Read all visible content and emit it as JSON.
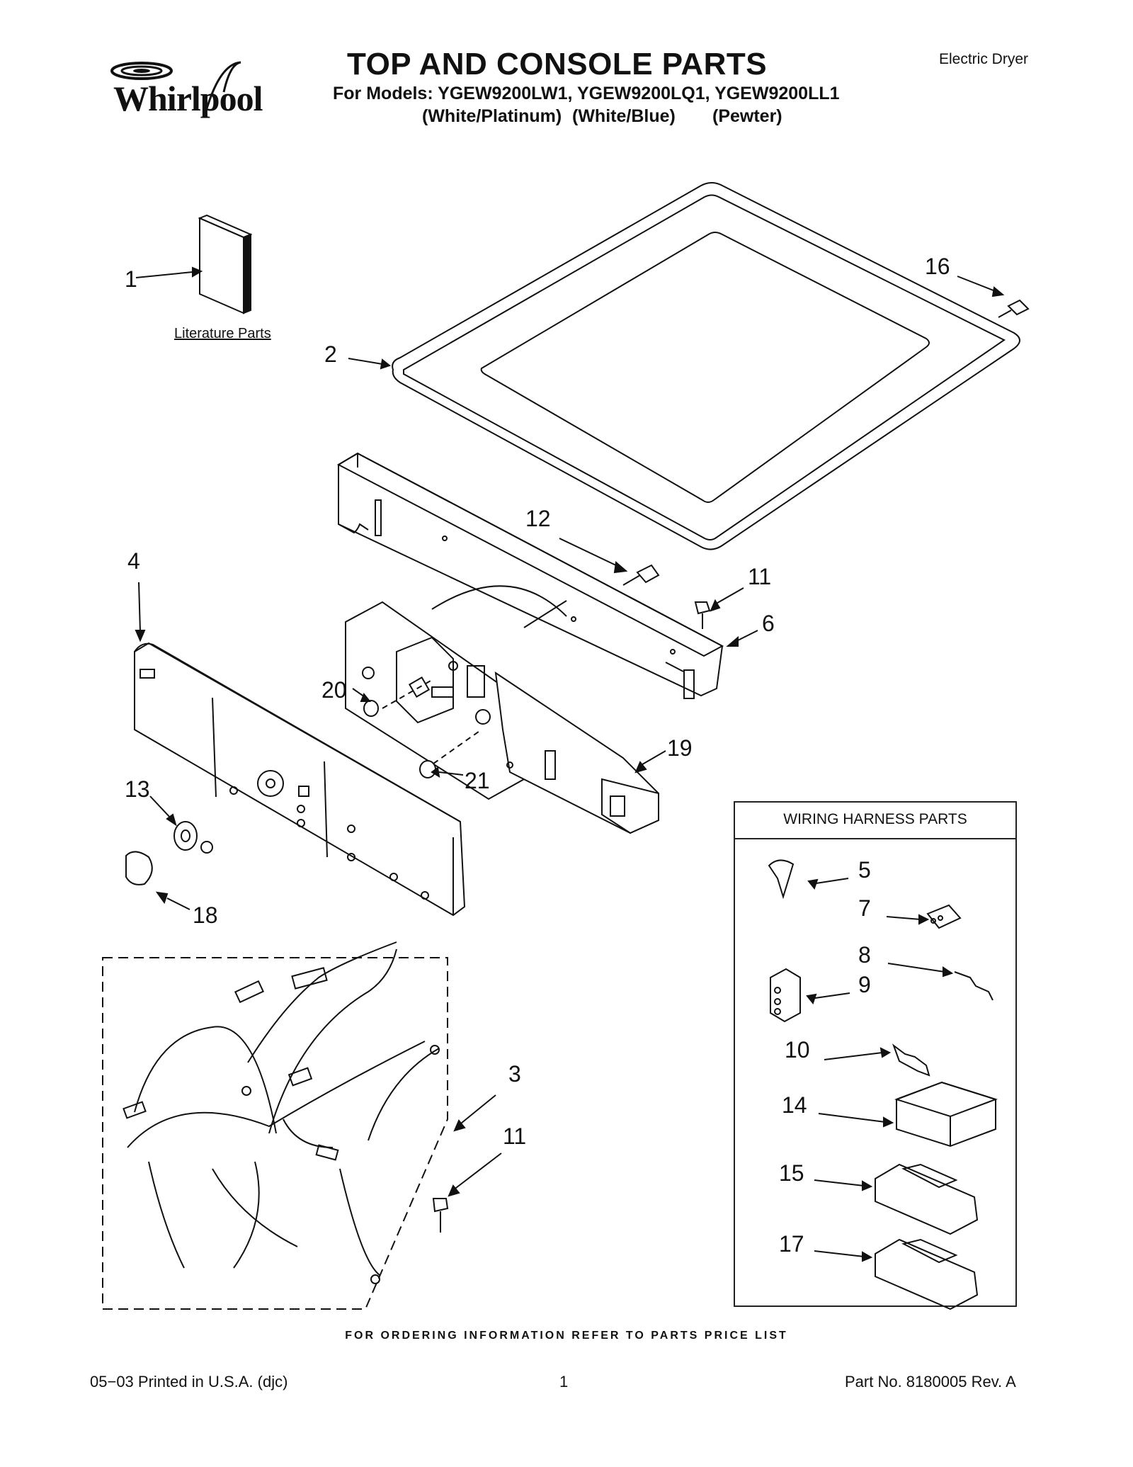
{
  "header": {
    "brand": "Whirlpool",
    "title": "TOP AND CONSOLE PARTS",
    "models_line": "For Models: YGEW9200LW1, YGEW9200LQ1, YGEW9200LL1",
    "variants": [
      "(White/Platinum)",
      "(White/Blue)",
      "(Pewter)"
    ],
    "appliance_type": "Electric Dryer"
  },
  "labels": {
    "literature_parts": "Literature Parts"
  },
  "callouts": {
    "c1": "1",
    "c2": "2",
    "c3": "3",
    "c4": "4",
    "c6": "6",
    "c11a": "11",
    "c11b": "11",
    "c12": "12",
    "c13": "13",
    "c16": "16",
    "c18": "18",
    "c19": "19",
    "c20": "20",
    "c21": "21"
  },
  "wiring_harness": {
    "title": "WIRING HARNESS PARTS",
    "items": [
      "5",
      "7",
      "8",
      "9",
      "10",
      "14",
      "15",
      "17"
    ]
  },
  "footer": {
    "ordering_info": "FOR ORDERING INFORMATION REFER TO PARTS PRICE LIST",
    "printed": "05−03 Printed in U.S.A. (djc)",
    "page": "1",
    "part_no": "Part No. 8180005 Rev. A"
  }
}
